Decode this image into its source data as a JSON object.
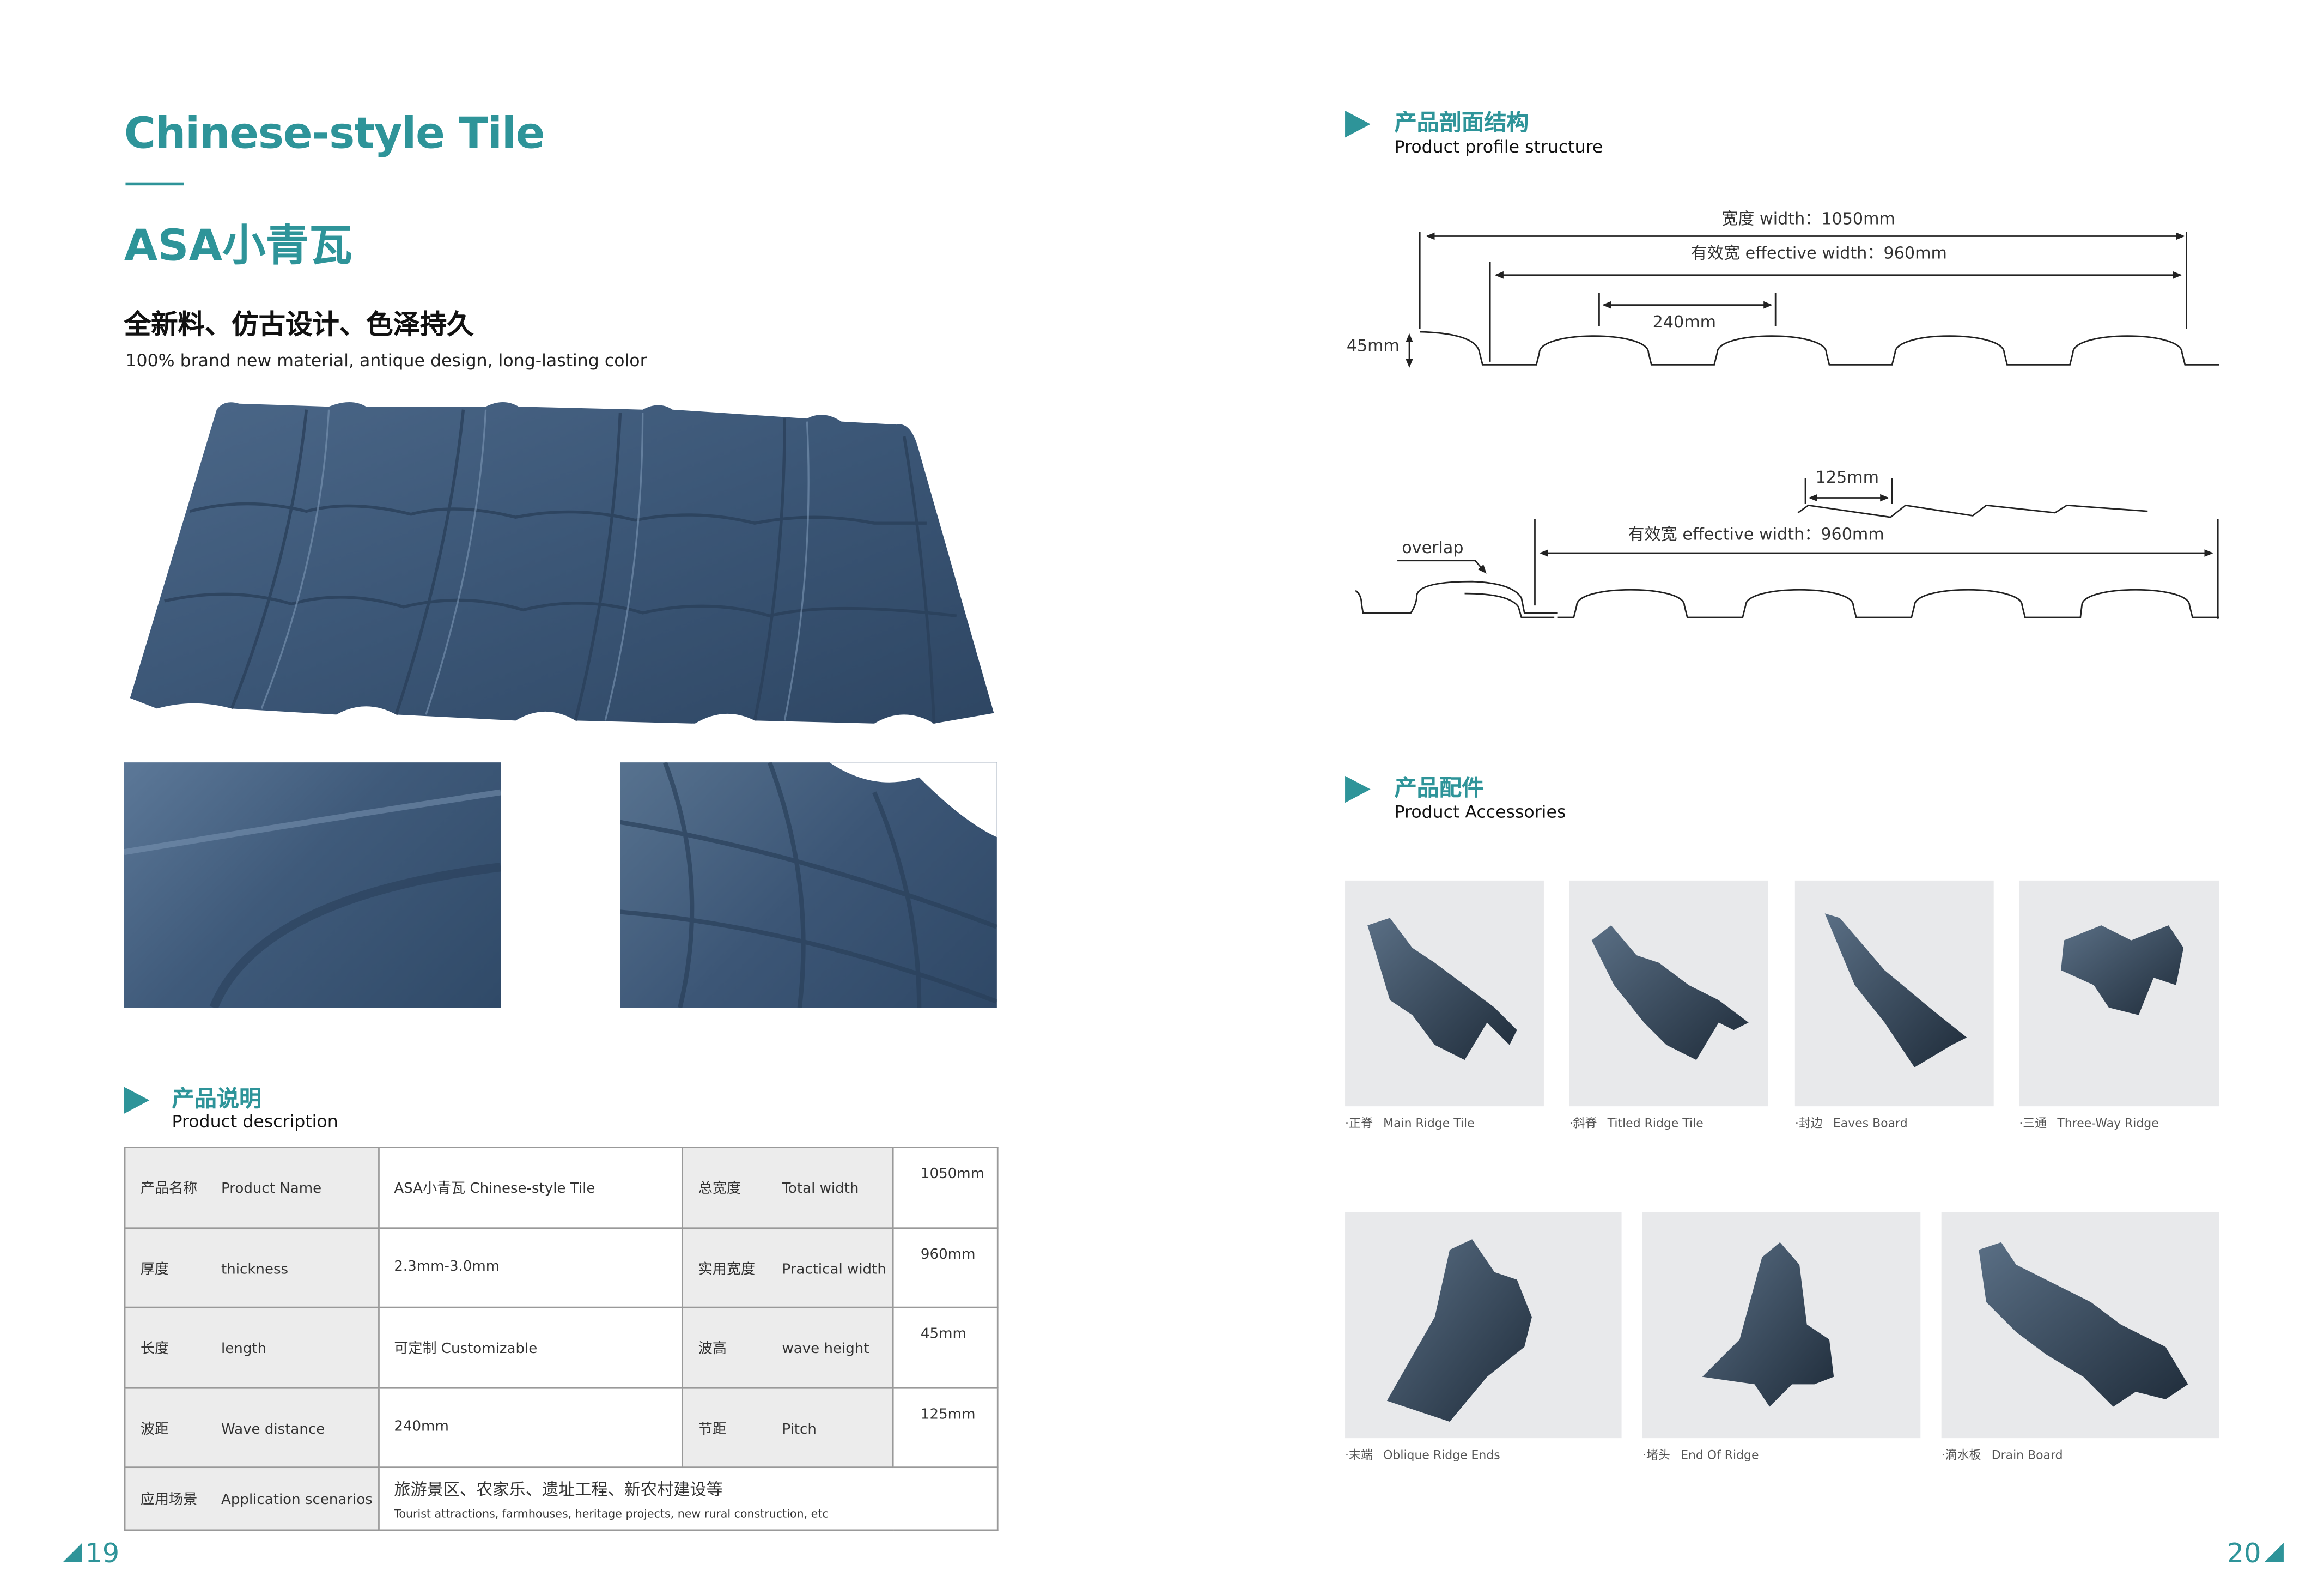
{
  "colors": {
    "accent": "#2e9499",
    "tile": "#3d5878",
    "panel": "#e8e9eb",
    "table_shade": "#ececec"
  },
  "left": {
    "title": "Chinese-style Tile",
    "title_cn": "ASA小青瓦",
    "slogan_cn": "全新料、仿古设计、色泽持久",
    "slogan_en": "100% brand new material, antique design, long-lasting color",
    "description": {
      "heading_cn": "产品说明",
      "heading_en": "Product description",
      "rows": [
        {
          "label_cn": "产品名称",
          "label_en": "Product Name",
          "value": "ASA小青瓦   Chinese-style Tile",
          "label2_cn": "总宽度",
          "label2_en": "Total width",
          "value2": "1050mm"
        },
        {
          "label_cn": "厚度",
          "label_en": "thickness",
          "value": "2.3mm-3.0mm",
          "label2_cn": "实用宽度",
          "label2_en": "Practical width",
          "value2": "960mm"
        },
        {
          "label_cn": "长度",
          "label_en": "length",
          "value": "可定制  Customizable",
          "label2_cn": "波高",
          "label2_en": "wave height",
          "value2": "45mm"
        },
        {
          "label_cn": "波距",
          "label_en": "Wave distance",
          "value": "240mm",
          "label2_cn": "节距",
          "label2_en": "Pitch",
          "value2": "125mm"
        }
      ],
      "application": {
        "label_cn": "应用场景",
        "label_en": "Application scenarios",
        "value_cn": "旅游景区、农家乐、遗址工程、新农村建设等",
        "value_en": "Tourist attractions, farmhouses, heritage projects, new rural construction, etc"
      }
    },
    "page_number": "19"
  },
  "right": {
    "profile": {
      "heading_cn": "产品剖面结构",
      "heading_en": "Product profile structure",
      "width_label": "宽度  width：1050mm",
      "effective_label": "有效宽  effective width：960mm",
      "wave_label": "240mm",
      "height_label": "45mm",
      "pitch_label": "125mm",
      "effective_label2": "有效宽  effective width：960mm",
      "overlap_label": "overlap"
    },
    "accessories": {
      "heading_cn": "产品配件",
      "heading_en": "Product Accessories",
      "items": [
        {
          "cn": "·正脊",
          "en": "Main Ridge Tile"
        },
        {
          "cn": "·斜脊",
          "en": "Titled Ridge Tile"
        },
        {
          "cn": "·封边",
          "en": "Eaves Board"
        },
        {
          "cn": "·三通",
          "en": "Three-Way Ridge"
        },
        {
          "cn": "·末端",
          "en": "Oblique Ridge Ends"
        },
        {
          "cn": "·堵头",
          "en": "End Of Ridge"
        },
        {
          "cn": "·滴水板",
          "en": "Drain Board"
        }
      ]
    },
    "page_number": "20"
  }
}
